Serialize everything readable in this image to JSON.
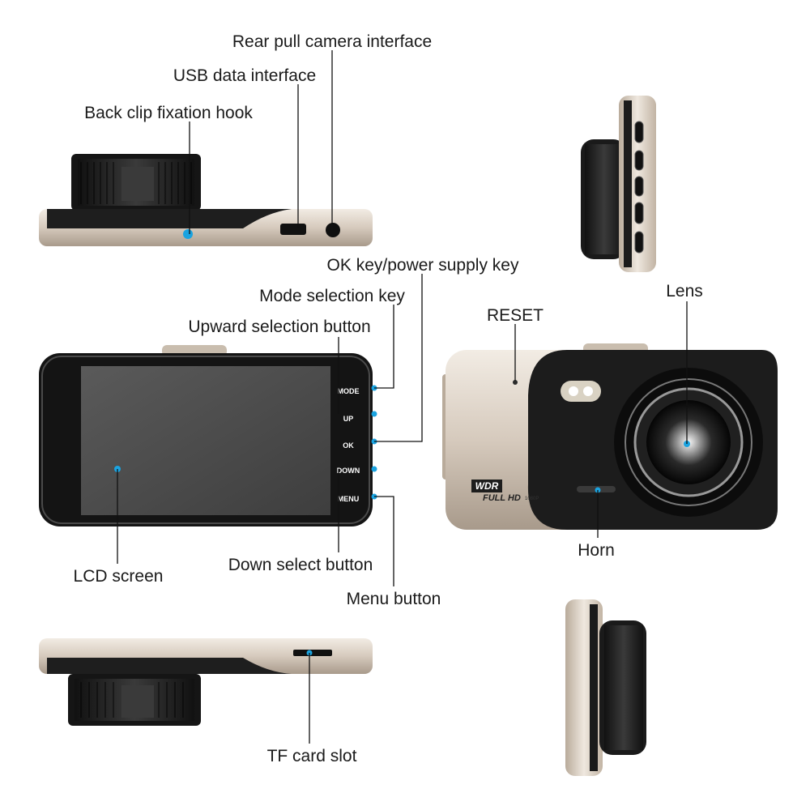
{
  "labels": {
    "rear_pull_camera_interface": "Rear pull camera interface",
    "usb_data_interface": "USB data interface",
    "back_clip_fixation_hook": "Back clip fixation hook",
    "ok_power_key": "OK key/power supply key",
    "mode_selection_key": "Mode selection key",
    "upward_selection_button": "Upward selection button",
    "reset": "RESET",
    "lens": "Lens",
    "lcd_screen": "LCD screen",
    "down_select_button": "Down select button",
    "horn": "Horn",
    "menu_button": "Menu button",
    "tf_card_slot": "TF card slot"
  },
  "device_buttons": {
    "mode": "MODE",
    "up": "UP",
    "ok": "OK",
    "down": "DOWN",
    "menu": "MENU"
  },
  "branding": {
    "wdr": "WDR",
    "full_hd": "FULL HD",
    "resolution": "1080P"
  },
  "colors": {
    "callout_dot": "#1aa3e0",
    "body_silver": "#d8cfc4",
    "body_black": "#1c1c1c"
  }
}
